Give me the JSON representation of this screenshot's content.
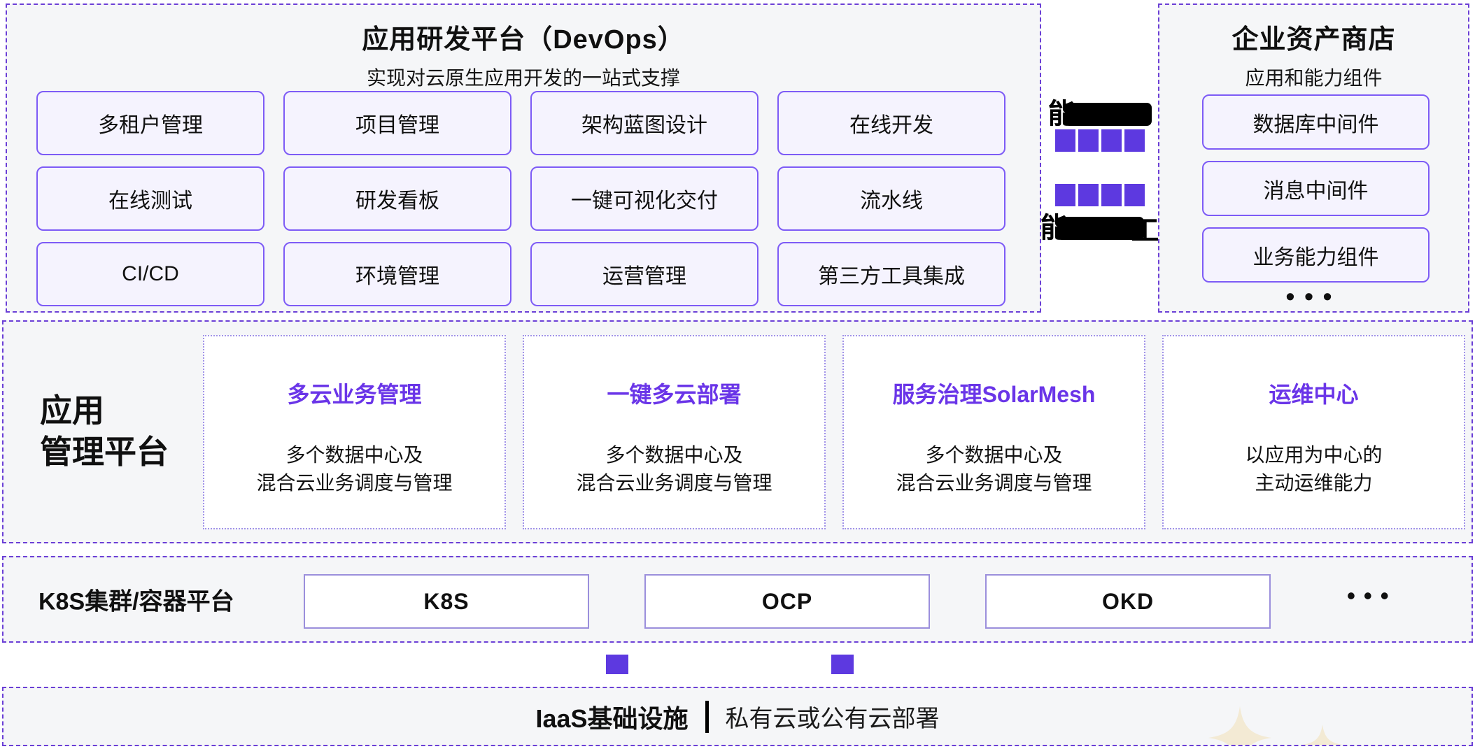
{
  "devops_panel": {
    "title": "应用研发平台（DevOps）",
    "subtitle": "实现对云原生应用开发的一站式支撑",
    "boxes": [
      "多租户管理",
      "项目管理",
      "架构蓝图设计",
      "在线开发",
      "在线测试",
      "研发看板",
      "一键可视化交付",
      "流水线",
      "CI/CD",
      "环境管理",
      "运营管理",
      "第三方工具集成"
    ]
  },
  "capability_flow": {
    "top_label_char": "能",
    "bottom_label_char": "能",
    "bottom_label_suffix": "工",
    "top_squares": 4,
    "bottom_squares": 4
  },
  "store_panel": {
    "title": "企业资产商店",
    "subtitle": "应用和能力组件",
    "boxes": [
      "数据库中间件",
      "消息中间件",
      "业务能力组件"
    ],
    "more": "•••"
  },
  "app_mgmt_band": {
    "label": "应用\n管理平台",
    "label_line1": "应用",
    "label_line2": "管理平台",
    "cards": [
      {
        "title": "多云业务管理",
        "desc_line1": "多个数据中心及",
        "desc_line2": "混合云业务调度与管理"
      },
      {
        "title": "一键多云部署",
        "desc_line1": "多个数据中心及",
        "desc_line2": "混合云业务调度与管理"
      },
      {
        "title": "服务治理SolarMesh",
        "desc_line1": "多个数据中心及",
        "desc_line2": "混合云业务调度与管理"
      },
      {
        "title": "运维中心",
        "desc_line1": "以应用为中心的",
        "desc_line2": "主动运维能力"
      }
    ]
  },
  "k8s_band": {
    "label": "K8S集群/容器平台",
    "boxes": [
      "K8S",
      "OCP",
      "OKD"
    ],
    "more": "•••"
  },
  "iaas_band": {
    "title": "IaaS基础设施",
    "subtitle": "私有云或公有云部署"
  },
  "colors": {
    "accent_purple": "#5d39e0",
    "dashed_border": "#6b3fd6",
    "pill_border": "#7d5bf6",
    "pill_fill": "#f5f3fe",
    "band_background": "#f5f6f8",
    "card_title_purple": "#6a35e8",
    "black_bar": "#000000",
    "sparkle_beige": "#f3ead4"
  }
}
